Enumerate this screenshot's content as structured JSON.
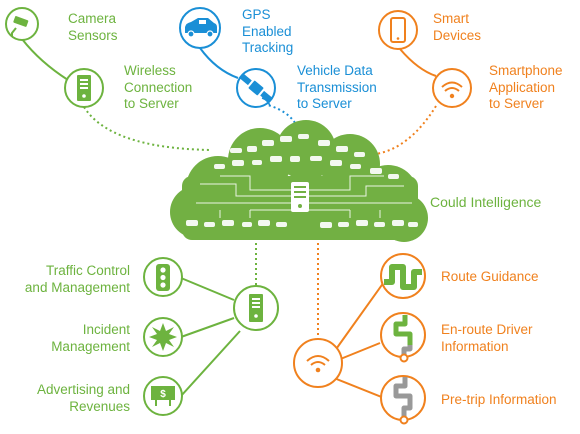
{
  "colors": {
    "green": "#6db33f",
    "blue": "#1a8fd6",
    "orange": "#f0811e",
    "cloud": "#72b043"
  },
  "labels": {
    "camera": "Camera\nSensors",
    "wireless": "Wireless\nConnection\nto Server",
    "gps": "GPS\nEnabled\nTracking",
    "vehicle_data": "Vehicle Data\nTransmission\nto Server",
    "smart_devices": "Smart\nDevices",
    "smartphone_app": "Smartphone\nApplication\nto Server",
    "cloud": "Could Intelligence",
    "traffic": "Traffic Control\nand Management",
    "incident": "Incident\nManagement",
    "advertising": "Advertising and\nRevenues",
    "route_guidance": "Route Guidance",
    "enroute": "En-route Driver\nInformation",
    "pretrip": "Pre-trip Information"
  },
  "icons": {
    "camera": "security-camera-icon",
    "wireless": "server-icon",
    "gps": "car-icon",
    "vehicle_data": "satellite-icon",
    "smart_devices": "smartphone-icon",
    "smartphone_app": "wifi-signal-icon",
    "traffic": "traffic-light-icon",
    "incident": "explosion-icon",
    "advertising": "billboard-dollar-icon",
    "server_hub": "server-icon",
    "wifi_hub": "wifi-signal-icon",
    "route_guidance": "route-icon",
    "enroute": "route-icon",
    "pretrip": "route-icon",
    "cloud_server": "server-icon"
  }
}
